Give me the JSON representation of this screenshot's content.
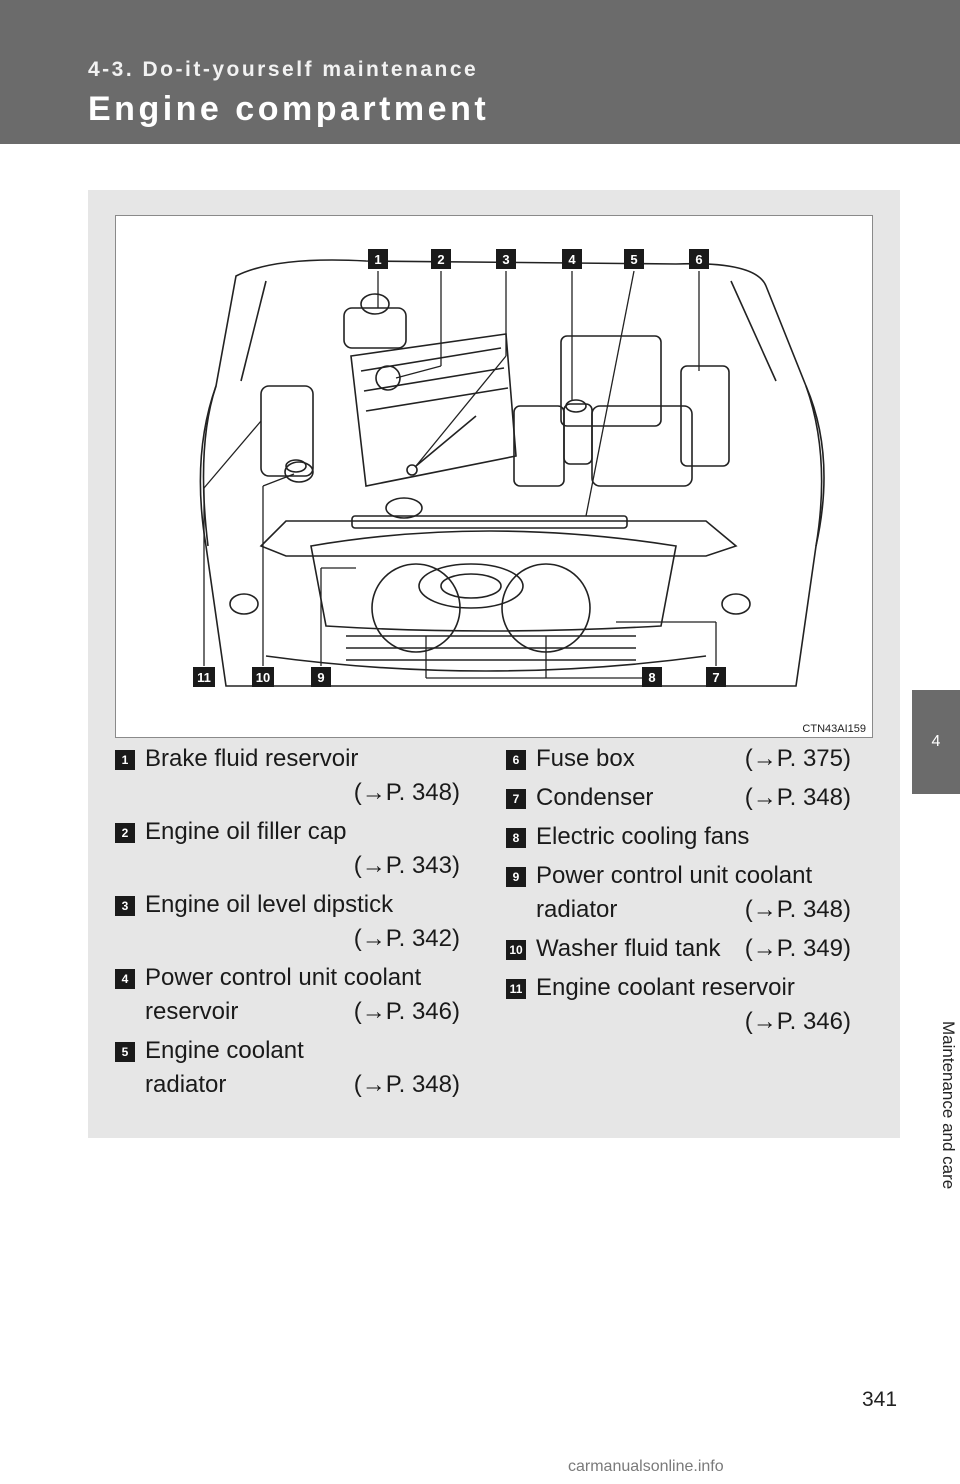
{
  "header": {
    "section": "4-3. Do-it-yourself maintenance",
    "title": "Engine compartment"
  },
  "side_tab": {
    "number": "4",
    "label": "Maintenance and care"
  },
  "figure": {
    "code": "CTN43AI159",
    "callouts_top": [
      "1",
      "2",
      "3",
      "4",
      "5",
      "6"
    ],
    "callouts_bottom": [
      "11",
      "10",
      "9",
      "8",
      "7"
    ]
  },
  "items": [
    {
      "num": "1",
      "name": "Brake fluid reservoir",
      "ref": "(→P. 348)"
    },
    {
      "num": "2",
      "name": "Engine oil filler cap",
      "ref": "(→P. 343)"
    },
    {
      "num": "3",
      "name": "Engine oil level dipstick",
      "ref": "(→P. 342)"
    },
    {
      "num": "4",
      "name": "Power control unit coolant",
      "name2": "reservoir",
      "ref": "(→P. 346)"
    },
    {
      "num": "5",
      "name": "Engine coolant",
      "name2": "radiator",
      "ref": "(→P. 348)"
    },
    {
      "num": "6",
      "name": "Fuse box",
      "ref": "(→P. 375)"
    },
    {
      "num": "7",
      "name": "Condenser",
      "ref": "(→P. 348)"
    },
    {
      "num": "8",
      "name": "Electric cooling fans"
    },
    {
      "num": "9",
      "name": "Power control unit coolant",
      "name2": "radiator",
      "ref": "(→P. 348)"
    },
    {
      "num": "10",
      "name": "Washer fluid tank",
      "ref": "(→P. 349)"
    },
    {
      "num": "11",
      "name": "Engine coolant reservoir",
      "ref": "(→P. 346)"
    }
  ],
  "page_number": "341",
  "watermark": "carmanualsonline.info"
}
